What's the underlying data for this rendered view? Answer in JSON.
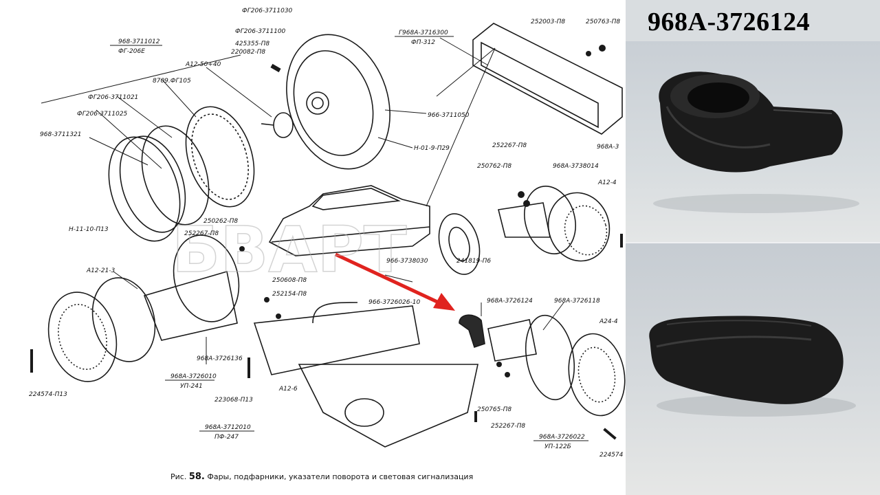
{
  "part_number": "968A-3726124",
  "watermark": "БВАРТ",
  "caption": {
    "prefix": "Рис.",
    "number": "58.",
    "text": "Фары, подфарники, указатели поворота и световая сигнализация"
  },
  "labels": {
    "l1": "ФГ206-3711030",
    "l2": "ФГ206-3711100",
    "l3": "968-3711012",
    "l4": "ФГ-206Е",
    "l5": "425355-П8",
    "l6": "220082-П8",
    "l7": "А12-50+40",
    "l8": "8709.ФГ105",
    "l9": "ФГ206-3711021",
    "l10": "ФГ206-3711025",
    "l11": "968-3711321",
    "l12": "Н-11-10-П13",
    "l13": "966-3711050",
    "l14": "Н-01-9-П29",
    "l15": "Г968А-3716300",
    "l16": "ФП-312",
    "l17": "252003-П8",
    "l18": "250763-П8",
    "l19": "968А-3",
    "l20": "252267-П8",
    "l21": "250762-П8",
    "l22": "968А-3738014",
    "l23": "А12-4",
    "l24": "250262-П8",
    "l25": "252267-П8",
    "l26": "966-3738030",
    "l27": "241819-П6",
    "l28": "А12-21-3",
    "l29": "250608-П8",
    "l30": "252154-П8",
    "l31": "966-3726026-10",
    "l32": "968А-3726124",
    "l33": "968А-3726118",
    "l34": "А24-4",
    "l35": "968А-3726136",
    "l36": "968А-3726010",
    "l37": "УП-241",
    "l38": "223068-П13",
    "l39": "А12-6",
    "l40": "250765-П8",
    "l41": "252267-П8",
    "l42": "224574-П13",
    "l43": "968А-3712010",
    "l44": "ПФ-247",
    "l45": "968А-3726022",
    "l46": "УП-122Б",
    "l47": "224574"
  },
  "colors": {
    "arrow": "#e0231f",
    "rubber": "#1b1b1b",
    "ink": "#1a1a1a"
  }
}
